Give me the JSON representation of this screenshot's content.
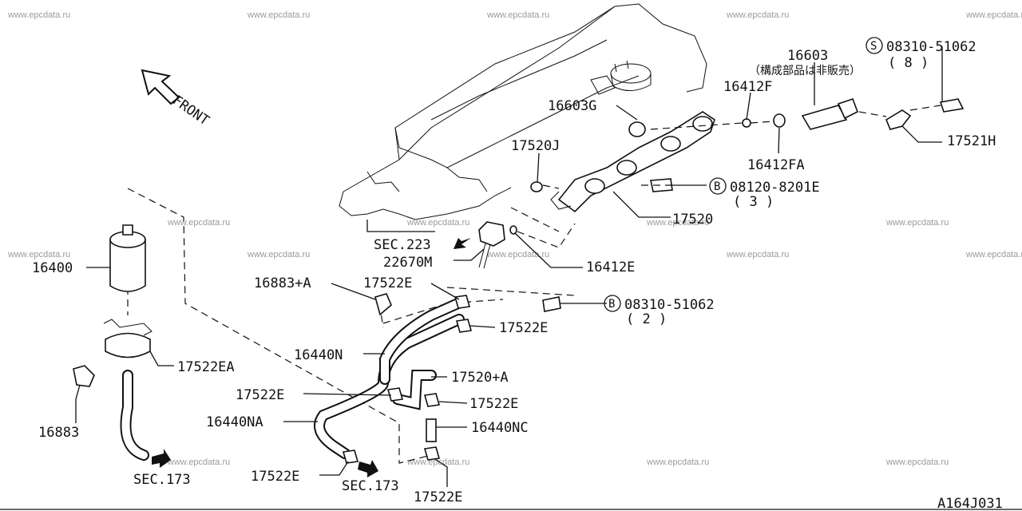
{
  "watermark": "www.epcdata.ru",
  "diagram_code": "A164J031",
  "front_label": "FRONT",
  "note_not_sold": "（構成部品は非販売）",
  "labels": {
    "p16603": "16603",
    "p16603G": "16603G",
    "p16412F": "16412F",
    "p16412FA": "16412FA",
    "p17521H": "17521H",
    "p17520J": "17520J",
    "p17520": "17520",
    "p16412E": "16412E",
    "p22670M": "22670M",
    "sec223": "SEC.223",
    "p16883A": "16883+A",
    "p17522E_a": "17522E",
    "p17522E_b": "17522E",
    "p17522E_c": "17522E",
    "p17522E_d": "17522E",
    "p17522E_e": "17522E",
    "p17522E_f": "17522E",
    "p16400": "16400",
    "p17522EA": "17522EA",
    "p16883": "16883",
    "p16440N": "16440N",
    "p16440NA": "16440NA",
    "p16440NC": "16440NC",
    "p17520A": "17520+A",
    "sec173_a": "SEC.173",
    "sec173_b": "SEC.173"
  },
  "bolts": {
    "s_bolt": {
      "prefix": "S",
      "number": "08310-51062",
      "qty": "( 8 )"
    },
    "b_bolt1": {
      "prefix": "B",
      "number": "08120-8201E",
      "qty": "( 3 )"
    },
    "b_bolt2": {
      "prefix": "B",
      "number": "08310-51062",
      "qty": "( 2 )"
    }
  }
}
